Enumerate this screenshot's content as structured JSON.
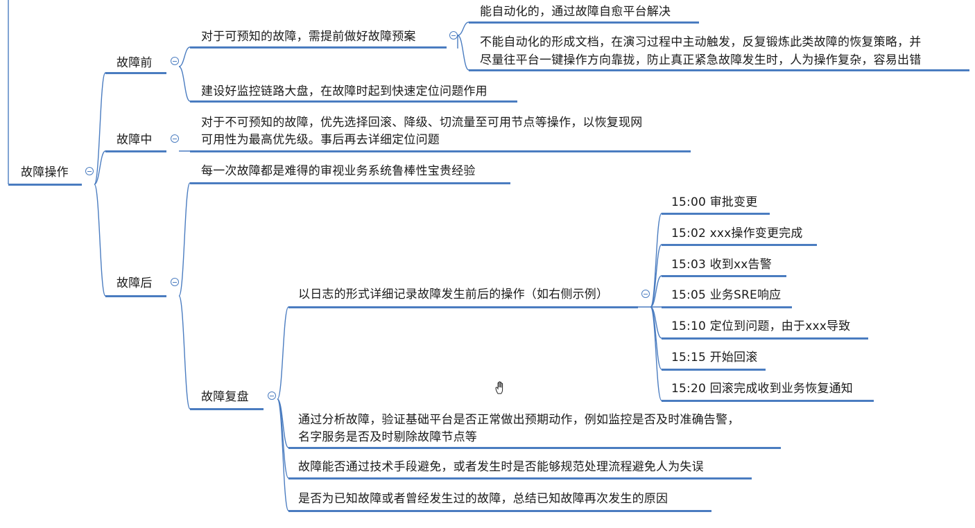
{
  "mindmap": {
    "root": {
      "label": "故障操作"
    },
    "before": {
      "label": "故障前",
      "predictable": "对于可预知的故障，需提前做好故障预案",
      "auto": "能自动化的，通过故障自愈平台解决",
      "doc_line1": "不能自动化的形成文档，在演习过程中主动触发，反复锻炼此类故障的恢复策略，并",
      "doc_line2": "尽量往平台一键操作方向靠拢，防止真正紧急故障发生时，人为操作复杂，容易出错",
      "monitor": "建设好监控链路大盘，在故障时起到快速定位问题作用"
    },
    "during": {
      "label": "故障中",
      "line1": "对于不可预知的故障，优先选择回滚、降级、切流量至可用节点等操作，以恢复现网",
      "line2": "可用性为最高优先级。事后再去详细定位问题"
    },
    "after": {
      "label": "故障后",
      "experience": "每一次故障都是难得的审视业务系统鲁棒性宝贵经验",
      "review": {
        "label": "故障复盘",
        "log": "以日志的形式详细记录故障发生前后的操作（如右侧示例）",
        "timeline": [
          "15:00 审批变更",
          "15:02 xxx操作变更完成",
          "15:03 收到xx告警",
          "15:05 业务SRE响应",
          "15:10 定位到问题，由于xxx导致",
          "15:15 开始回滚",
          "15:20 回滚完成收到业务恢复通知"
        ],
        "verify_line1": "通过分析故障，验证基础平台是否正常做出预期动作，例如监控是否及时准确告警，",
        "verify_line2": "名字服务是否及时剔除故障节点等",
        "avoid": "故障能否通过技术手段避免，或者发生时是否能够规范处理流程避免人为失误",
        "known": "是否为已知故障或者曾经发生过的故障，总结已知故障再次发生的原因"
      }
    }
  },
  "colors": {
    "line": "#4a7cc0",
    "text": "#1a1a1a"
  }
}
